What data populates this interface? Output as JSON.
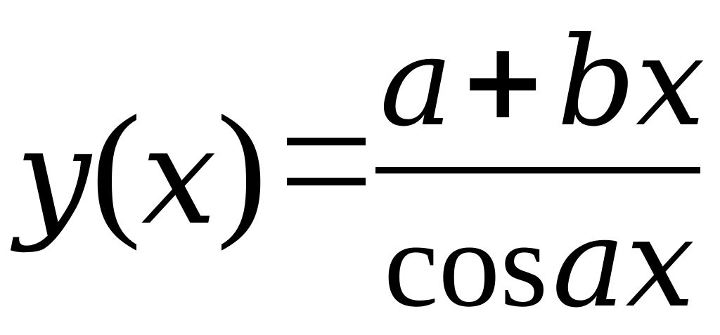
{
  "formula": {
    "lhs": {
      "func": "y",
      "open_paren": "(",
      "arg": "x",
      "close_paren": ")"
    },
    "equals": "=",
    "numerator": {
      "term1": "a",
      "operator": "+",
      "term2": "bx"
    },
    "denominator": {
      "func": "cos",
      "arg": "ax"
    }
  }
}
